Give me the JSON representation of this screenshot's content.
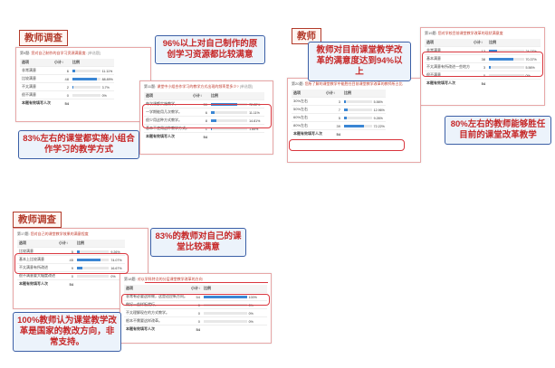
{
  "badges": [
    "教师调查",
    "教师",
    "教师调查"
  ],
  "cards": {
    "c1": {
      "num": "第9题:",
      "title": "您对自己制作的自学习资源满意度:",
      "tag": "[单选题]",
      "headers": [
        "选项",
        "小计↕",
        "比例"
      ],
      "rows": [
        {
          "label": "非常满意",
          "count": "6",
          "pct": 11.11,
          "pct_text": "11.11%"
        },
        {
          "label": "比较满意",
          "count": "48",
          "pct": 88.89,
          "pct_text": "88.89%"
        },
        {
          "label": "不太满意",
          "count": "2",
          "pct": 3.7,
          "pct_text": "3.7%"
        },
        {
          "label": "很不满意",
          "count": "0",
          "pct": 0,
          "pct_text": "0%"
        }
      ],
      "total_label": "本题有效填写人次",
      "total": "54"
    },
    "c2": {
      "num": "第11题:",
      "title": "课堂中小组合作学习的教学方式出现的频率是多少?",
      "tag": "[单选题]",
      "headers": [
        "选项",
        "小计↕",
        "比例"
      ],
      "rows": [
        {
          "label": "每次课都实施教学。",
          "count": "39",
          "pct": 72.22,
          "pct_text": "72.22%"
        },
        {
          "label": "一学期能用几次教学。",
          "count": "6",
          "pct": 11.11,
          "pct_text": "11.11%"
        },
        {
          "label": "很少用这种方式教学。",
          "count": "8",
          "pct": 14.81,
          "pct_text": "14.81%"
        },
        {
          "label": "基本不使用这种教学方式。",
          "count": "1",
          "pct": 1.85,
          "pct_text": "1.85%"
        }
      ],
      "total_label": "本题有效填写人次",
      "total": "54"
    },
    "c3": {
      "num": "第19题:",
      "title": "您对学校目前课堂教学改革的现状满意度",
      "tag": "",
      "headers": [
        "选项",
        "小计↕",
        "比例"
      ],
      "rows": [
        {
          "label": "非常满意",
          "count": "13",
          "pct": 24.07,
          "pct_text": "24.07%"
        },
        {
          "label": "基本满意",
          "count": "38",
          "pct": 70.37,
          "pct_text": "70.37%"
        },
        {
          "label": "不太满意有所改进一些地方",
          "count": "3",
          "pct": 5.56,
          "pct_text": "5.56%"
        },
        {
          "label": "很不满意",
          "count": "0",
          "pct": 0,
          "pct_text": "0%"
        }
      ],
      "total_label": "本题有效填写人次",
      "total": "54"
    },
    "c4": {
      "num": "第20题:",
      "title": "您所了解的课堂教学中能胜任目前课堂教学改革的教师所占比",
      "tag": "",
      "headers": [
        "选项",
        "小计↕",
        "比例"
      ],
      "rows": [
        {
          "label": "30%左右",
          "count": "3",
          "pct": 5.56,
          "pct_text": "5.56%"
        },
        {
          "label": "50%左右",
          "count": "7",
          "pct": 12.96,
          "pct_text": "12.96%"
        },
        {
          "label": "60%左右",
          "count": "5",
          "pct": 9.26,
          "pct_text": "9.26%"
        },
        {
          "label": "80%左右",
          "count": "39",
          "pct": 72.22,
          "pct_text": "72.22%"
        }
      ],
      "total_label": "本题有效填写人次",
      "total": "54"
    },
    "c5": {
      "num": "第17题:",
      "title": "您对自己的课堂教学效果的满意程度",
      "tag": "",
      "headers": [
        "选项",
        "小计↕",
        "比例"
      ],
      "rows": [
        {
          "label": "比较满意",
          "count": "5",
          "pct": 9.26,
          "pct_text": "9.26%"
        },
        {
          "label": "基本上比较满意",
          "count": "45",
          "pct": 74.07,
          "pct_text": "74.07%"
        },
        {
          "label": "不太满意有所改进",
          "count": "9",
          "pct": 16.67,
          "pct_text": "16.67%"
        },
        {
          "label": "很不满意要大幅度改进",
          "count": "0",
          "pct": 0,
          "pct_text": "0%"
        }
      ],
      "total_label": "本题有效填写人次",
      "total": "54"
    },
    "c6": {
      "num": "第18题:",
      "title": "对以学科特点的分层课堂教学改革的方向",
      "tag": "",
      "headers": [
        "选项",
        "小计↕",
        "比例"
      ],
      "rows": [
        {
          "label": "非常有必要这样做，这是适应新方向。",
          "count": "54",
          "pct": 100,
          "pct_text": "100%"
        },
        {
          "label": "做好一些样板就行。",
          "count": "0",
          "pct": 0,
          "pct_text": "0%"
        },
        {
          "label": "不太理解现在的方式教学。",
          "count": "0",
          "pct": 0,
          "pct_text": "0%"
        },
        {
          "label": "根本不需要这样改革。",
          "count": "0",
          "pct": 0,
          "pct_text": "0%"
        }
      ],
      "total_label": "本题有效填写人次",
      "total": "54"
    }
  },
  "notes": {
    "n1": "96%以上对自己制作的原创学习资源都比较满意",
    "n2": "83%左右的课堂都实施小组合作学习的教学方式",
    "n3": "教师对目前课堂教学改革的满意度达到94%以上",
    "n4": "80%左右的教师能够胜任目前的课堂改革教学",
    "n5": "83%的教师对自己的课堂比较满意",
    "n6": "100%教师认为课堂教学改革是国家的教改方向，非常支持。"
  }
}
